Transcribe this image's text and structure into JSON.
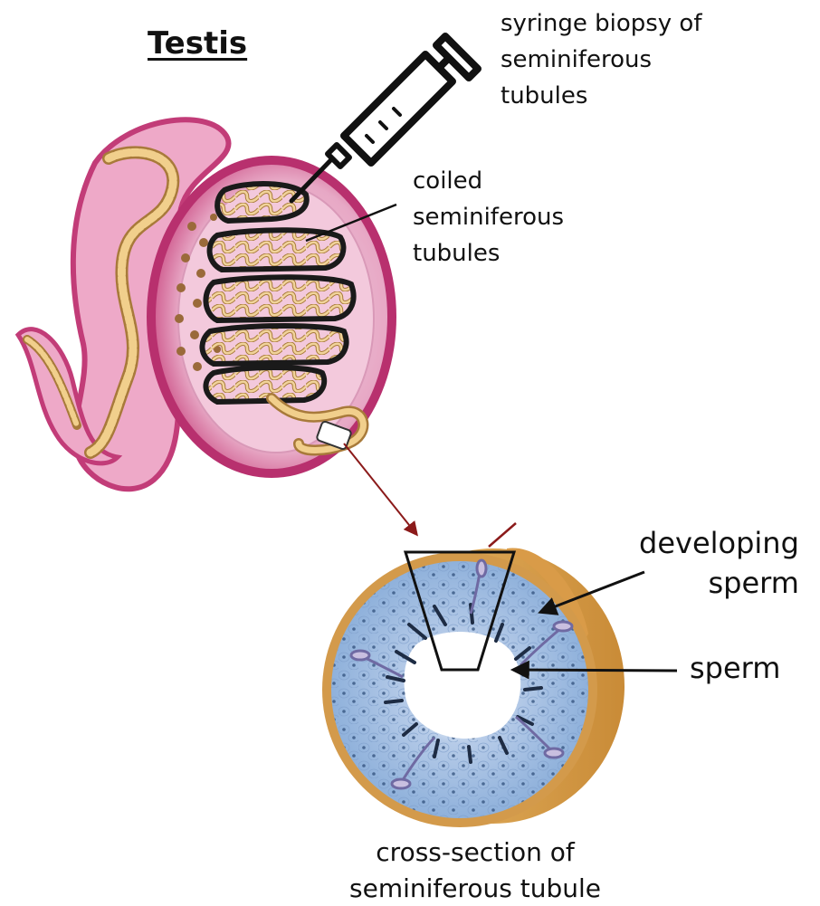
{
  "title": "Testis",
  "labels": {
    "syringe": [
      "syringe biopsy of",
      "seminiferous",
      "tubules"
    ],
    "coiled": [
      "coiled",
      "seminiferous",
      "tubules"
    ],
    "developing": [
      "developing",
      "sperm"
    ],
    "sperm": "sperm",
    "cross_section": [
      "cross-section of",
      "seminiferous tubule"
    ]
  },
  "colors": {
    "capsule_outer": "#b8306e",
    "capsule_inner": "#e4a7c3",
    "tubule": "#e8c07a",
    "tubule_shadow": "#a87a3a",
    "cell_field": "#a9c3e3",
    "tubule_wall": "#d7a04b",
    "arrow_red": "#8b1a1a"
  }
}
